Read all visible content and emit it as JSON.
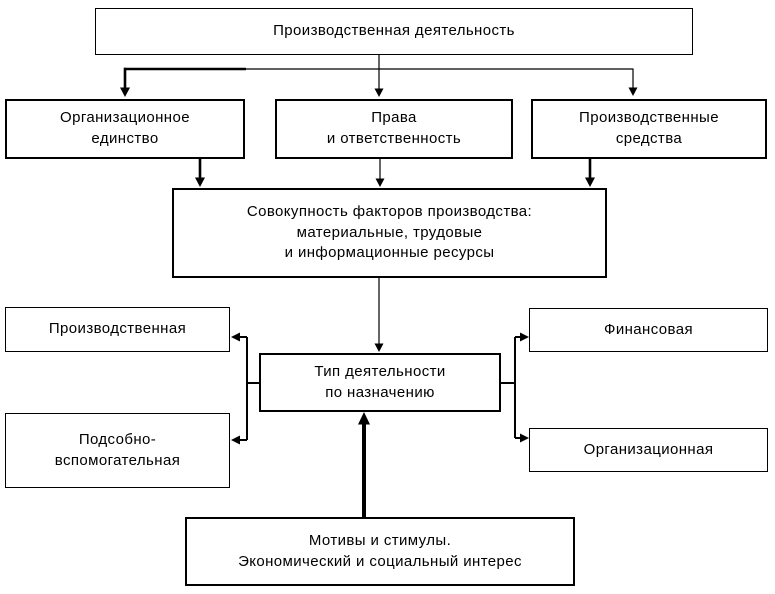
{
  "diagram": {
    "type": "flowchart",
    "language": "ru",
    "colors": {
      "line": "#000000",
      "text": "#000000",
      "node_background": "#ffffff",
      "page_background": "#ffffff"
    },
    "nodes": {
      "top": {
        "label": "Производственная деятельность"
      },
      "org_unity": {
        "label": "Организационное\nединство"
      },
      "rights": {
        "label": "Права\nи ответственность"
      },
      "means": {
        "label": "Производственные\nсредства"
      },
      "factors": {
        "label": "Совокупность факторов производства:\nматериальные, трудовые\nи информационные ресурсы"
      },
      "production": {
        "label": "Производственная"
      },
      "auxiliary": {
        "label": "Подсобно-\nвспомогательная"
      },
      "activity_type": {
        "label": "Тип деятельности\nпо назначению"
      },
      "financial": {
        "label": "Финансовая"
      },
      "organizational": {
        "label": "Организационная"
      },
      "motives": {
        "label": "Мотивы и стимулы.\nЭкономический и социальный интерес"
      }
    },
    "edges": [
      {
        "from": "top",
        "to": "org_unity"
      },
      {
        "from": "top",
        "to": "rights"
      },
      {
        "from": "top",
        "to": "means"
      },
      {
        "from": "org_unity",
        "to": "factors"
      },
      {
        "from": "rights",
        "to": "factors"
      },
      {
        "from": "means",
        "to": "factors"
      },
      {
        "from": "factors",
        "to": "activity_type"
      },
      {
        "from": "activity_type",
        "to": "production"
      },
      {
        "from": "activity_type",
        "to": "auxiliary"
      },
      {
        "from": "activity_type",
        "to": "financial"
      },
      {
        "from": "activity_type",
        "to": "organizational"
      },
      {
        "from": "motives",
        "to": "activity_type"
      }
    ]
  }
}
